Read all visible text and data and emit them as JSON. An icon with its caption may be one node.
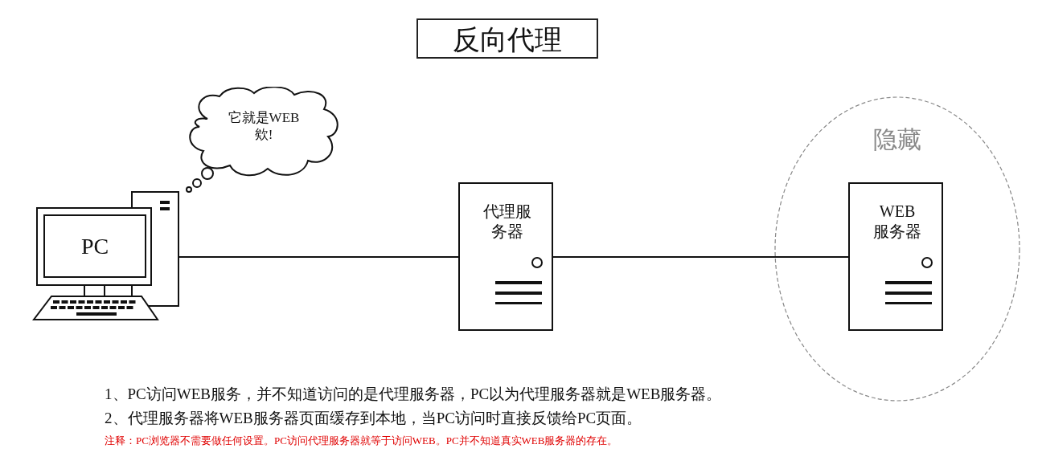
{
  "diagram": {
    "title": "反向代理",
    "nodes": [
      {
        "text": [
          "PC"
        ]
      },
      {
        "text": [
          "它就是WEB欸!"
        ]
      },
      {
        "text": [
          "代理服务器"
        ]
      },
      {
        "text": [
          "隐藏"
        ]
      },
      {
        "text": [
          "WEB服务器"
        ],
        "in": 3
      }
    ],
    "edges": [
      {
        "from": 0,
        "to": 2,
        "arrow": "none"
      },
      {
        "from": 2,
        "to": 4,
        "arrow": "none"
      }
    ],
    "labels": [
      "1、PC访问WEB服务，并不知道访问的是代理服务器，PC以为代理服务器就是WEB服务器。",
      "2、代理服务器将WEB服务器页面缓存到本地，当PC访问时直接反馈给PC页面。",
      "注释：PC浏览器不需要做任何设置。PC访问代理服务器就等于访问WEB。PC并不知道真实WEB服务器的存在。"
    ]
  }
}
